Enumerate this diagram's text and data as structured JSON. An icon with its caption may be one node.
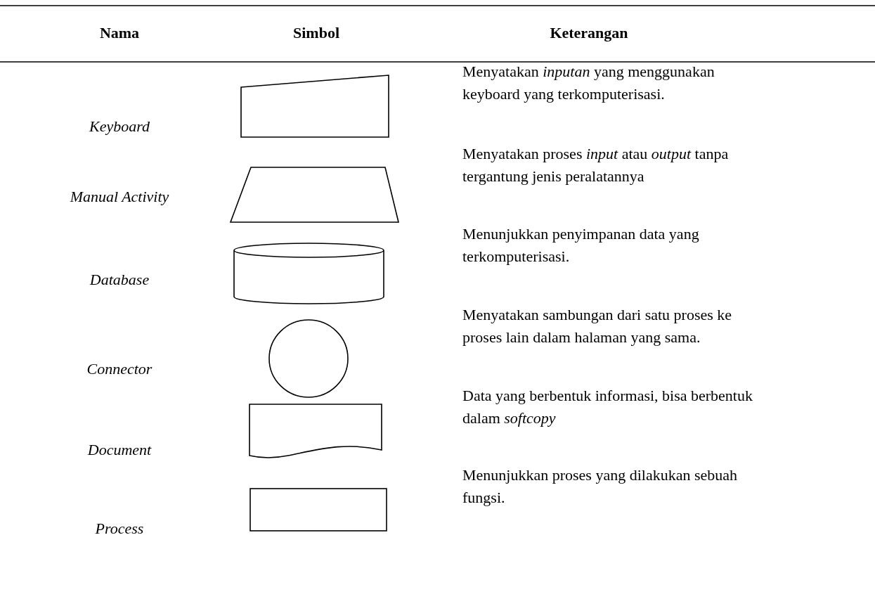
{
  "diagram": {
    "labels": [
      "Nama",
      "Simbol",
      "Keterangan",
      "Keyboard",
      "Menyatakan *inputan* yang menggunakan keyboard yang terkomputerisasi.",
      "Manual Activity",
      "Menyatakan proses *input* atau *output* tanpa tergantung jenis peralatannya",
      "Database",
      "Menunjukkan penyimpanan data yang terkomputerisasi.",
      "Connector",
      "Menyatakan sambungan dari satu proses ke proses lain dalam halaman yang sama.",
      "Document",
      "Data yang berbentuk informasi, bisa berbentuk dalam *softcopy*",
      "Process",
      "Menunjukkan proses yang dilakukan sebuah fungsi."
    ]
  }
}
